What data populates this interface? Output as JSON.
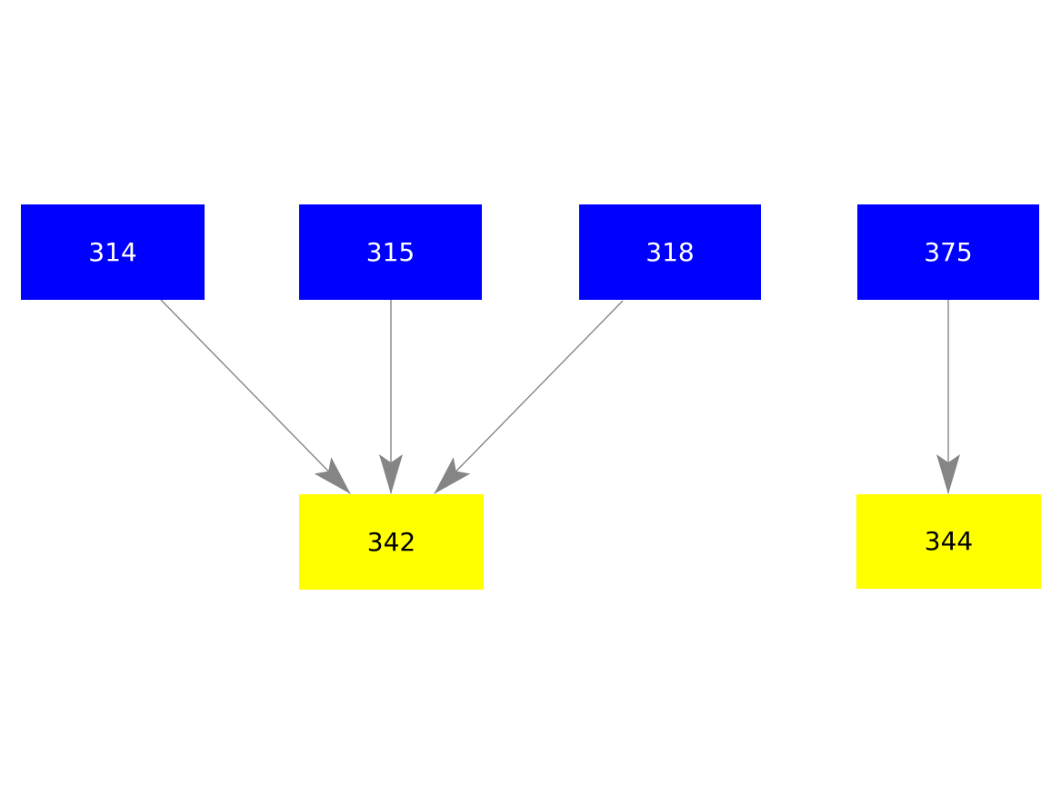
{
  "diagram": {
    "background_color": "#ffffff",
    "edge_color": "#858585",
    "node_fill_blue": "#0000ff",
    "node_fill_yellow": "#ffff00",
    "node_text_on_blue": "#ffffff",
    "node_text_on_yellow": "#000000",
    "nodes": [
      {
        "id": "314",
        "label": "314",
        "fill": "#0000ff",
        "text_color": "#ffffff",
        "role": "source"
      },
      {
        "id": "315",
        "label": "315",
        "fill": "#0000ff",
        "text_color": "#ffffff",
        "role": "source"
      },
      {
        "id": "318",
        "label": "318",
        "fill": "#0000ff",
        "text_color": "#ffffff",
        "role": "source"
      },
      {
        "id": "375",
        "label": "375",
        "fill": "#0000ff",
        "text_color": "#ffffff",
        "role": "source"
      },
      {
        "id": "342",
        "label": "342",
        "fill": "#ffff00",
        "text_color": "#000000",
        "role": "target"
      },
      {
        "id": "344",
        "label": "344",
        "fill": "#ffff00",
        "text_color": "#000000",
        "role": "target"
      }
    ],
    "edges": [
      {
        "from": "314",
        "to": "342"
      },
      {
        "from": "315",
        "to": "342"
      },
      {
        "from": "318",
        "to": "342"
      },
      {
        "from": "375",
        "to": "344"
      }
    ]
  }
}
